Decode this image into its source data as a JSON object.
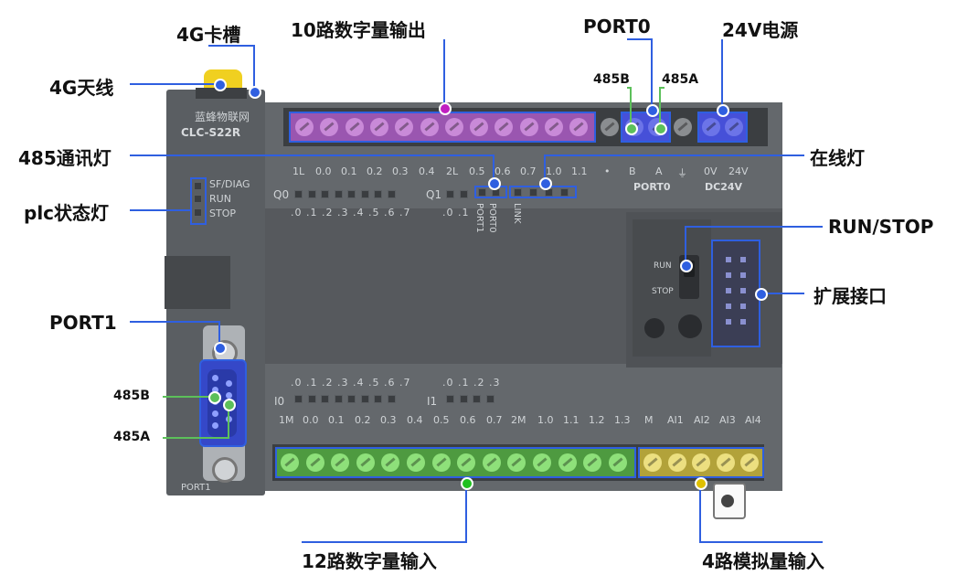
{
  "labels": {
    "antenna_4g": "4G天线",
    "card_slot_4g": "4G卡槽",
    "digital_out_10": "10路数字量输出",
    "port0": "PORT0",
    "port0_485b": "485B",
    "port0_485a": "485A",
    "power_24v": "24V电源",
    "comm_led_485": "485通讯灯",
    "online_led": "在线灯",
    "plc_status_led": "plc状态灯",
    "run_stop": "RUN/STOP",
    "expansion_port": "扩展接口",
    "port1": "PORT1",
    "port1_485b": "485B",
    "port1_485a": "485A",
    "digital_in_12": "12路数字量输入",
    "analog_in_4": "4路模拟量输入"
  },
  "device": {
    "brand": "蓝蜂物联网",
    "model": "CLC-S22R",
    "status_leds": [
      "SF/DIAG",
      "RUN",
      "STOP"
    ],
    "q0_label": "Q0",
    "q1_label": "Q1",
    "i0_label": "I0",
    "i1_label": "I1",
    "q0_indices": ".0 .1 .2 .3 .4 .5 .6 .7",
    "q1_indices": ".0 .1",
    "i0_indices": ".0 .1 .2 .3 .4 .5 .6 .7",
    "i1_indices": ".0 .1 .2 .3",
    "comm_led_labels": [
      "PORT1",
      "PORT0",
      "LINK"
    ],
    "top_terminals": [
      "1L",
      "0.0",
      "0.1",
      "0.2",
      "0.3",
      "0.4",
      "2L",
      "0.5",
      "0.6",
      "0.7",
      "1.0",
      "1.1",
      "•",
      "B",
      "A",
      "⏚",
      "0V",
      "24V"
    ],
    "top_port0": "PORT0",
    "top_dc24v": "DC24V",
    "bottom_terminals": [
      "1M",
      "0.0",
      "0.1",
      "0.2",
      "0.3",
      "0.4",
      "0.5",
      "0.6",
      "0.7",
      "2M",
      "1.0",
      "1.1",
      "1.2",
      "1.3",
      "M",
      "AI1",
      "AI2",
      "AI3",
      "AI4"
    ],
    "switch_run": "RUN",
    "switch_stop": "STOP",
    "port1_bottom": "PORT1"
  },
  "colors": {
    "accent_blue": "#2f5fe0",
    "output_terminal": "#b060c0",
    "digital_input_terminal": "#5cc05a",
    "analog_input_terminal": "#d8c84a",
    "power_terminal": "#4a5ee0",
    "body": "#5e6266"
  }
}
